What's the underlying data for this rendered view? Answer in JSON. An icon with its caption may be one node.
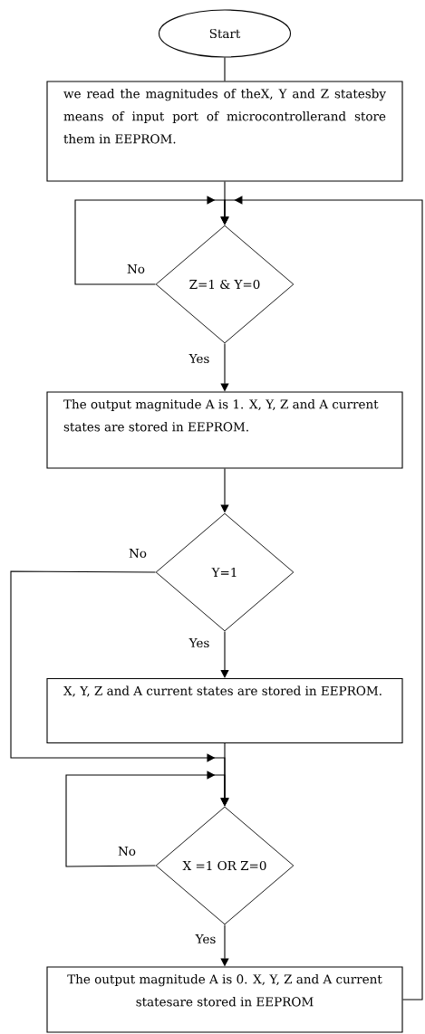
{
  "diagram": {
    "nodes": [
      {
        "text": [
          "Start"
        ]
      },
      {
        "text": [
          "we read the magnitudes of theX, Y and Z statesby means of input port of microcontrollerand store them in EEPROM."
        ]
      },
      {
        "text": [
          "Z=1 &  Y=0"
        ]
      },
      {
        "text": [
          "The output magnitude A is 1.  X, Y, Z and A current states are stored in EEPROM."
        ]
      },
      {
        "text": [
          "Y=1"
        ]
      },
      {
        "text": [
          "X, Y, Z and A current states are stored in EEPROM."
        ]
      },
      {
        "text": [
          "X =1 OR Z=0"
        ]
      },
      {
        "text": [
          "The output magnitude A is 0.  X, Y, Z and A current statesare stored in  EEPROM"
        ]
      }
    ],
    "edges": [
      {
        "from": 0,
        "to": 1,
        "arrow": "none"
      },
      {
        "from": 1,
        "to": 2,
        "arrow": "to"
      },
      {
        "from": 2,
        "to": 2,
        "arrow": "to",
        "label": "No"
      },
      {
        "from": 2,
        "to": 3,
        "arrow": "to",
        "label": "Yes"
      },
      {
        "from": 3,
        "to": 4,
        "arrow": "to"
      },
      {
        "from": 4,
        "to": 6,
        "arrow": "to",
        "label": "No"
      },
      {
        "from": 4,
        "to": 5,
        "arrow": "to",
        "label": "Yes"
      },
      {
        "from": 5,
        "to": 6,
        "arrow": "to"
      },
      {
        "from": 6,
        "to": 6,
        "arrow": "to",
        "label": "No"
      },
      {
        "from": 6,
        "to": 7,
        "arrow": "to",
        "label": "Yes"
      },
      {
        "from": 7,
        "to": 2,
        "arrow": "to"
      }
    ]
  }
}
